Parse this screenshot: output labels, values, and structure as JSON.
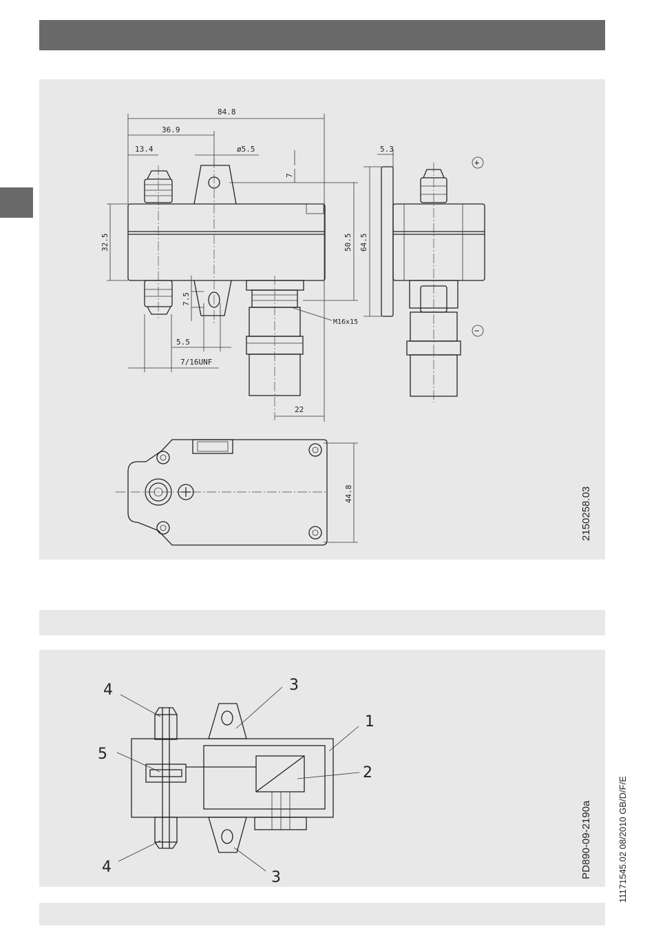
{
  "drawing": {
    "dims": {
      "total_width": "84.8",
      "port_offset": "36.9",
      "fitting_offset": "13.4",
      "hole_dia": "ø5.5",
      "flange_thk": "5.3",
      "tab_height": "7",
      "body_height": "32.5",
      "height_a": "50.5",
      "height_b": "64.5",
      "tab_bottom": "7.5",
      "thread_spec": "M16x15",
      "hole_spacing": "5.5",
      "fitting_thread": "7/16UNF",
      "conn_offset": "22",
      "bottom_height": "44.8"
    },
    "plus_symbol": "+",
    "minus_symbol": "−",
    "doc_code": "2150258.03"
  },
  "diagram": {
    "callouts": [
      "1",
      "2",
      "3",
      "3",
      "4",
      "4",
      "5"
    ],
    "doc_code": "PD890-09-2190a"
  },
  "footer": {
    "doc_ref": "11171545.02 08/2010 GB/D/F/E"
  }
}
